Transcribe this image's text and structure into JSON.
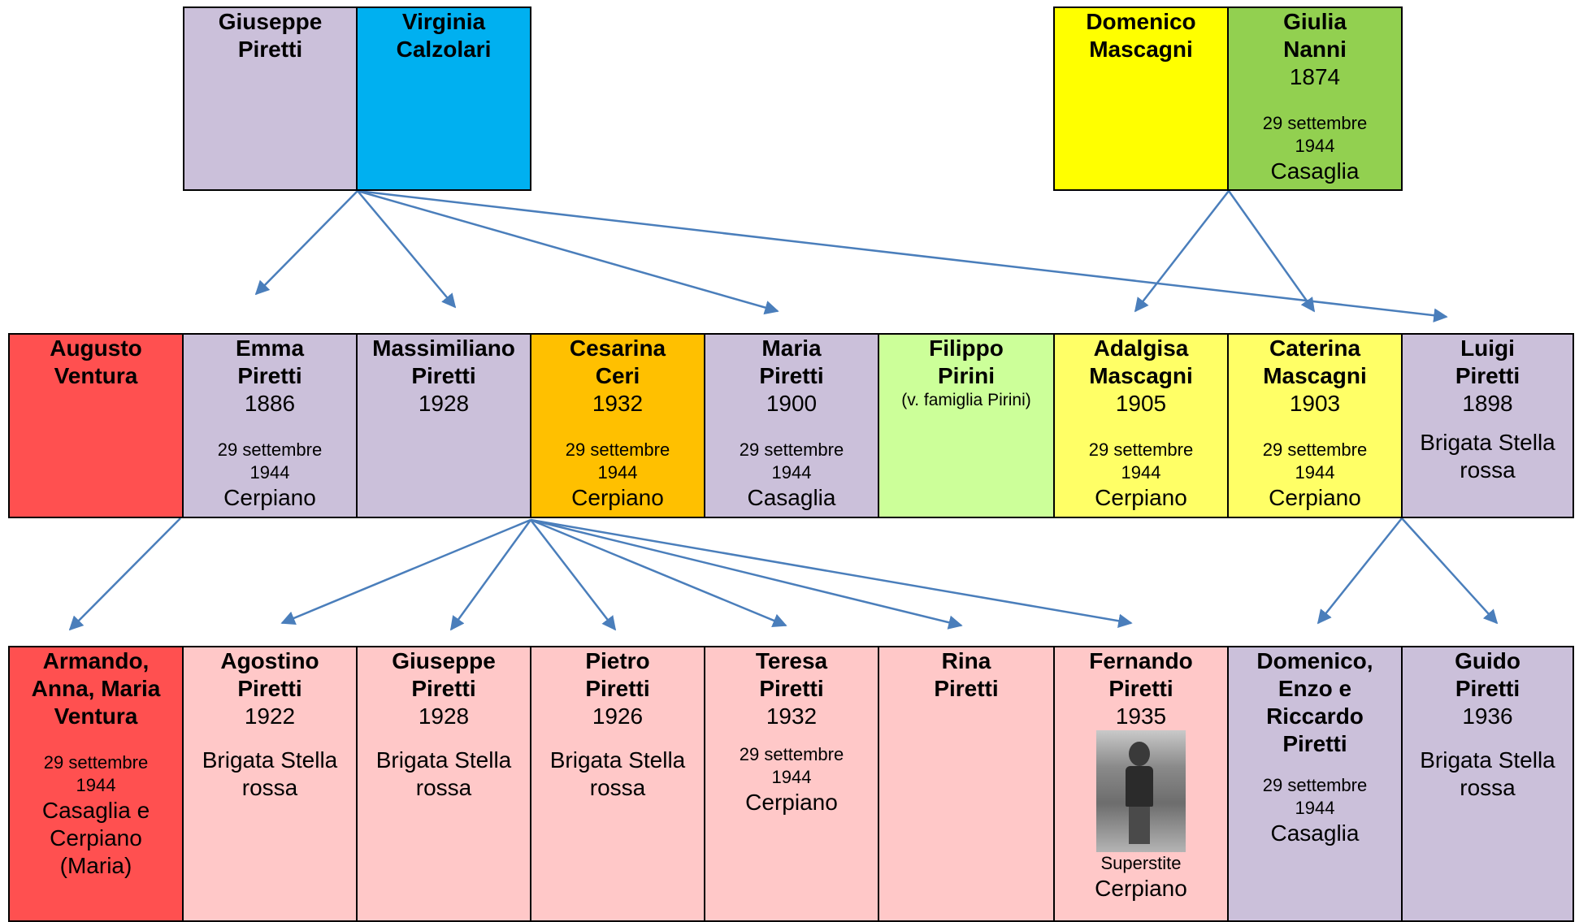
{
  "colors": {
    "lavender": "#cbc0da",
    "cyan": "#00b0f0",
    "yellow": "#ffff00",
    "green": "#92d050",
    "red": "#ff5050",
    "orange": "#ffc000",
    "lightgreen": "#ccff99",
    "lightyellow": "#ffff66",
    "pink": "#ffc8c8",
    "arrow": "#4a7ebb"
  },
  "gen1": {
    "giuseppe": {
      "first": "Giuseppe",
      "last": "Piretti"
    },
    "virginia": {
      "first": "Virginia",
      "last": "Calzolari"
    },
    "domenico": {
      "first": "Domenico",
      "last": "Mascagni"
    },
    "giulia": {
      "first": "Giulia",
      "last": "Nanni",
      "year": "1874",
      "date1": "29 settembre",
      "date2": "1944",
      "place": "Casaglia"
    }
  },
  "gen2": {
    "augusto": {
      "first": "Augusto",
      "last": "Ventura"
    },
    "emma": {
      "first": "Emma",
      "last": "Piretti",
      "year": "1886",
      "date1": "29 settembre",
      "date2": "1944",
      "place": "Cerpiano"
    },
    "massimiliano": {
      "first": "Massimiliano",
      "last": "Piretti",
      "year": "1928"
    },
    "cesarina": {
      "first": "Cesarina",
      "last": "Ceri",
      "year": "1932",
      "date1": "29 settembre",
      "date2": "1944",
      "place": "Cerpiano"
    },
    "maria": {
      "first": "Maria",
      "last": "Piretti",
      "year": "1900",
      "date1": "29 settembre",
      "date2": "1944",
      "place": "Casaglia"
    },
    "filippo": {
      "first": "Filippo",
      "last": "Pirini",
      "note": "(v. famiglia Pirini)"
    },
    "adalgisa": {
      "first": "Adalgisa",
      "last": "Mascagni",
      "year": "1905",
      "date1": "29 settembre",
      "date2": "1944",
      "place": "Cerpiano"
    },
    "caterina": {
      "first": "Caterina",
      "last": "Mascagni",
      "year": "1903",
      "date1": "29 settembre",
      "date2": "1944",
      "place": "Cerpiano"
    },
    "luigi": {
      "first": "Luigi",
      "last": "Piretti",
      "year": "1898",
      "brigade1": "Brigata Stella",
      "brigade2": "rossa"
    }
  },
  "gen3": {
    "armando": {
      "l1": "Armando,",
      "l2": "Anna, Maria",
      "l3": "Ventura",
      "date1": "29 settembre",
      "date2": "1944",
      "place1": "Casaglia e",
      "place2": "Cerpiano",
      "place3": "(Maria)"
    },
    "agostino": {
      "first": "Agostino",
      "last": "Piretti",
      "year": "1922",
      "brigade1": "Brigata Stella",
      "brigade2": "rossa"
    },
    "giuseppe": {
      "first": "Giuseppe",
      "last": "Piretti",
      "year": "1928",
      "brigade1": "Brigata Stella",
      "brigade2": "rossa"
    },
    "pietro": {
      "first": "Pietro",
      "last": "Piretti",
      "year": "1926",
      "brigade1": "Brigata Stella",
      "brigade2": "rossa"
    },
    "teresa": {
      "first": "Teresa",
      "last": "Piretti",
      "year": "1932",
      "date1": "29 settembre",
      "date2": "1944",
      "place": "Cerpiano"
    },
    "rina": {
      "first": "Rina",
      "last": "Piretti"
    },
    "fernando": {
      "first": "Fernando",
      "last": "Piretti",
      "year": "1935",
      "status": "Superstite",
      "place": "Cerpiano"
    },
    "domenico": {
      "l1": "Domenico,",
      "l2": "Enzo e",
      "l3": "Riccardo",
      "l4": "Piretti",
      "date1": "29 settembre",
      "date2": "1944",
      "place": "Casaglia"
    },
    "guido": {
      "first": "Guido",
      "last": "Piretti",
      "year": "1936",
      "brigade1": "Brigata Stella",
      "brigade2": "rossa"
    }
  }
}
